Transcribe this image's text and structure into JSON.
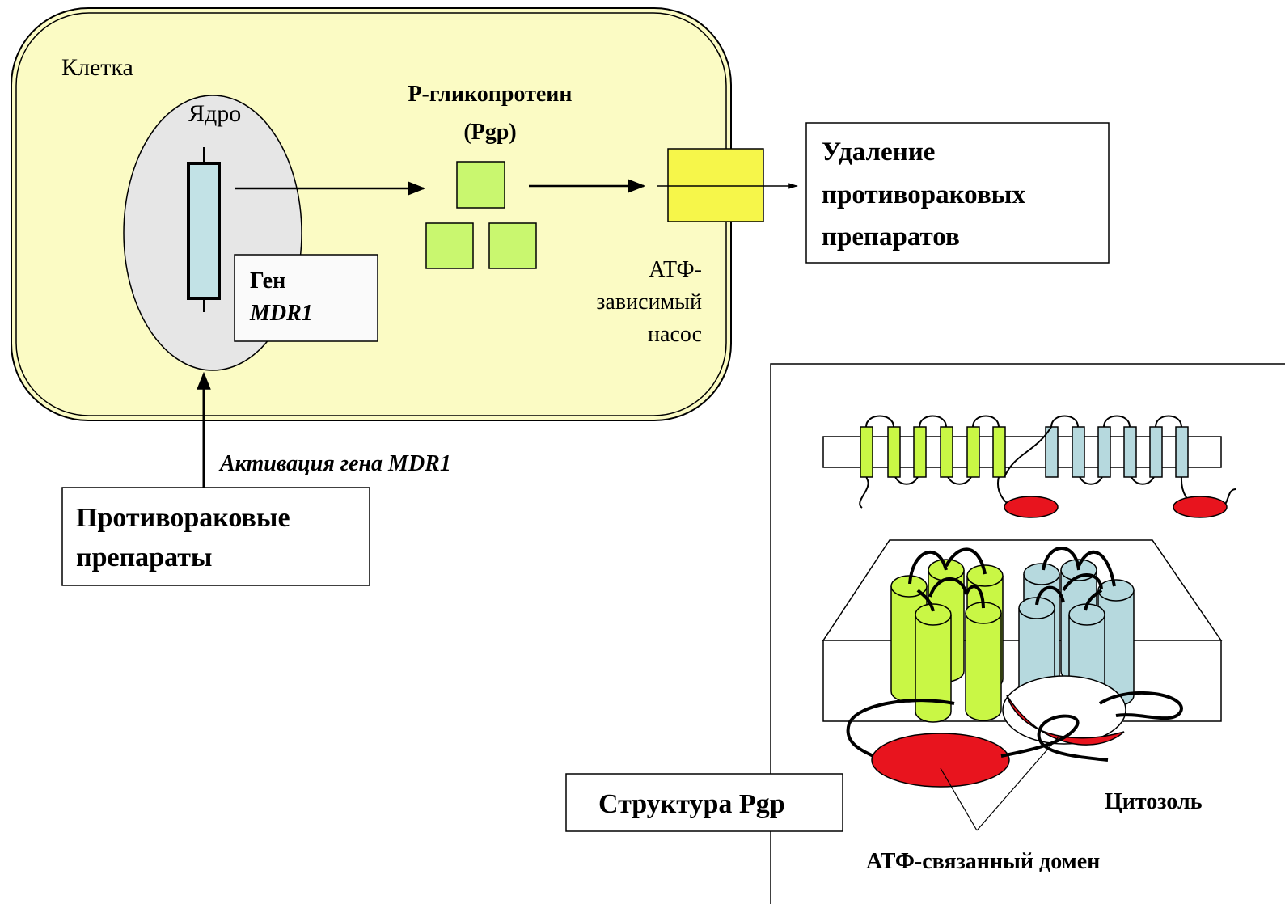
{
  "cell": {
    "label": "Клетка",
    "nucleus_label": "Ядро",
    "gene_box": {
      "line1": "Ген",
      "line2": "MDR1"
    },
    "pgp_label": {
      "line1": "P-гликопротеин",
      "line2": "(Pgp)"
    },
    "pump_label": {
      "line1": "АТФ-",
      "line2": "зависимый",
      "line3": "насос"
    }
  },
  "removal_box": {
    "line1": "Удаление",
    "line2": "противораковых",
    "line3": "препаратов"
  },
  "activation_label": "Активация гена  MDR1",
  "drugs_box": {
    "line1": "Противораковые",
    "line2": "препараты"
  },
  "structure_panel": {
    "title": "Структура Pgp",
    "cytosol_label": "Цитозоль",
    "atp_domain_label": "АТФ-связанный домен"
  },
  "colors": {
    "cell_fill": "#fbfbc4",
    "nucleus_fill": "#e6e6e6",
    "gene_fill": "#c2e2e6",
    "pgp_fill": "#c9f76f",
    "pump_fill": "#f6f64a",
    "helix_green": "#c9f745",
    "helix_blue": "#b6d9de",
    "atp_red": "#e8141e"
  }
}
